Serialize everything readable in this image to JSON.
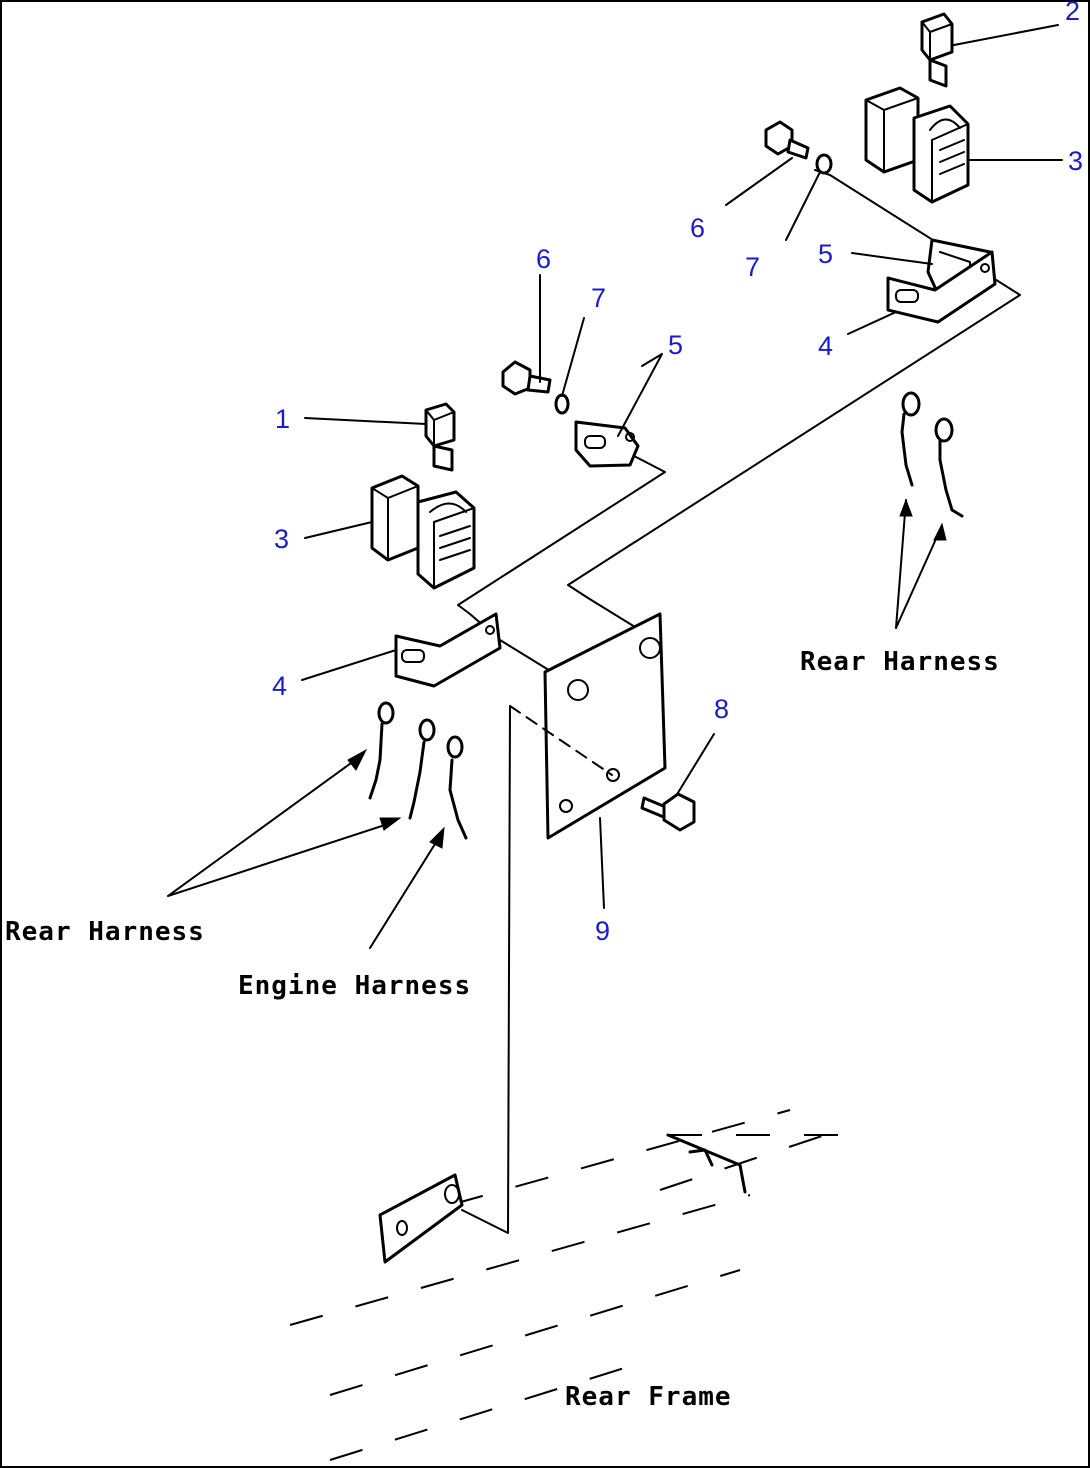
{
  "callouts": {
    "c1": "1",
    "c2": "2",
    "c3a": "3",
    "c3b": "3",
    "c4a": "4",
    "c4b": "4",
    "c5a": "5",
    "c5b": "5",
    "c6a": "6",
    "c6b": "6",
    "c7a": "7",
    "c7b": "7",
    "c8": "8",
    "c9": "9"
  },
  "labels": {
    "rear_harness_right": "Rear Harness",
    "rear_harness_left": "Rear Harness",
    "engine_harness": "Engine Harness",
    "rear_frame": "Rear Frame"
  },
  "colors": {
    "callout": "#1a1ad6",
    "line": "#000000"
  }
}
